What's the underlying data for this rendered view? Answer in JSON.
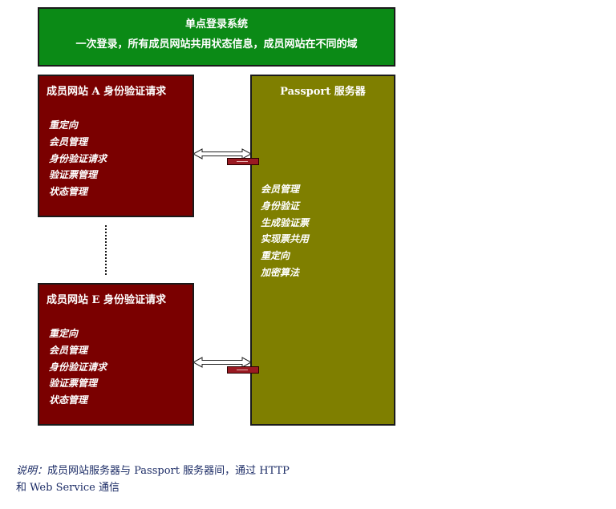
{
  "header": {
    "title": "单点登录系统",
    "subtitle": "一次登录，所有成员网站共用状态信息，成员网站在不同的域"
  },
  "member_a": {
    "title": "成员网站 A 身份验证请求",
    "items": [
      "重定向",
      "会员管理",
      "身份验证请求",
      "验证票管理",
      "状态管理"
    ]
  },
  "member_e": {
    "title": "成员网站 E 身份验证请求",
    "items": [
      "重定向",
      "会员管理",
      "身份验证请求",
      "验证票管理",
      "状态管理"
    ]
  },
  "passport": {
    "title": "Passport 服务器",
    "items": [
      "会员管理",
      "身份验证",
      "生成验证票",
      "实现票共用",
      "重定向",
      "加密算法"
    ]
  },
  "note": {
    "label": "说明：",
    "line1": "成员网站服务器与 Passport 服务器间，通过 HTTP",
    "line2": "和 Web Service 通信"
  },
  "colors": {
    "header": "#0b8a16",
    "member": "#7a0000",
    "passport": "#7f7f00",
    "port": "#9a1a22",
    "note": "#1c2c66"
  }
}
